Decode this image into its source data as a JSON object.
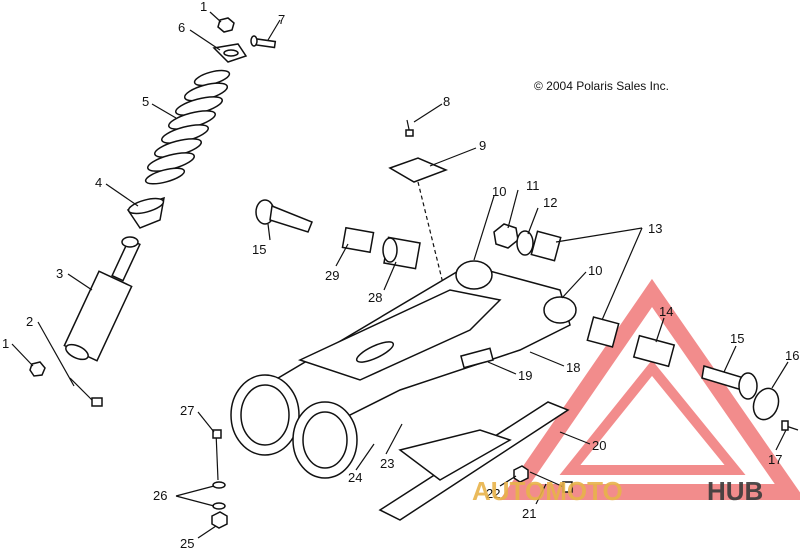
{
  "copyright": "© 2004 Polaris Sales Inc.",
  "watermark": {
    "text_auto": "AUTOMOTO",
    "text_hub": "HUB",
    "color_auto": "#e8b34a",
    "color_hub": "#3b3b3b",
    "color_triangle": "#ee6666"
  },
  "callouts": [
    {
      "id": "c1a",
      "text": "1"
    },
    {
      "id": "c7",
      "text": "7"
    },
    {
      "id": "c6",
      "text": "6"
    },
    {
      "id": "c5",
      "text": "5"
    },
    {
      "id": "c4",
      "text": "4"
    },
    {
      "id": "c3",
      "text": "3"
    },
    {
      "id": "c2",
      "text": "2"
    },
    {
      "id": "c1b",
      "text": "1"
    },
    {
      "id": "c8",
      "text": "8"
    },
    {
      "id": "c9",
      "text": "9"
    },
    {
      "id": "c10a",
      "text": "10"
    },
    {
      "id": "c11",
      "text": "11"
    },
    {
      "id": "c12",
      "text": "12"
    },
    {
      "id": "c13",
      "text": "13"
    },
    {
      "id": "c10b",
      "text": "10"
    },
    {
      "id": "c15a",
      "text": "15"
    },
    {
      "id": "c29",
      "text": "29"
    },
    {
      "id": "c28",
      "text": "28"
    },
    {
      "id": "c14",
      "text": "14"
    },
    {
      "id": "c15b",
      "text": "15"
    },
    {
      "id": "c16",
      "text": "16"
    },
    {
      "id": "c19",
      "text": "19"
    },
    {
      "id": "c18",
      "text": "18"
    },
    {
      "id": "c17",
      "text": "17"
    },
    {
      "id": "c20",
      "text": "20"
    },
    {
      "id": "c27",
      "text": "27"
    },
    {
      "id": "c26",
      "text": "26"
    },
    {
      "id": "c23",
      "text": "23"
    },
    {
      "id": "c24",
      "text": "24"
    },
    {
      "id": "c22",
      "text": "22"
    },
    {
      "id": "c21",
      "text": "21"
    },
    {
      "id": "c25",
      "text": "25"
    }
  ]
}
